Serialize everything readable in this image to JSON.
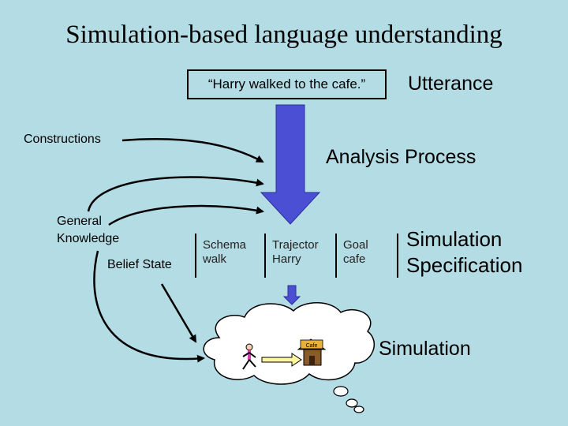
{
  "title": "Simulation-based language understanding",
  "utterance_text": "“Harry walked to the cafe.”",
  "utterance_label": "Utterance",
  "constructions_label": "Constructions",
  "analysis_label": "Analysis Process",
  "general_knowledge_label": "General Knowledge",
  "belief_state_label": "Belief State",
  "slots": [
    {
      "role": "Schema",
      "value": "walk"
    },
    {
      "role": "Trajector",
      "value": "Harry"
    },
    {
      "role": "Goal",
      "value": "cafe"
    }
  ],
  "simulation_spec_label": "Simulation Specification",
  "simulation_label": "Simulation",
  "cafe_sign": "Cafe",
  "colors": {
    "background": "#b4dce4",
    "arrow_fill": "#4a4fd4",
    "cloud_fill": "#ffffff",
    "person": "#d23cb4",
    "cafe_sign": "#e8b23a"
  }
}
